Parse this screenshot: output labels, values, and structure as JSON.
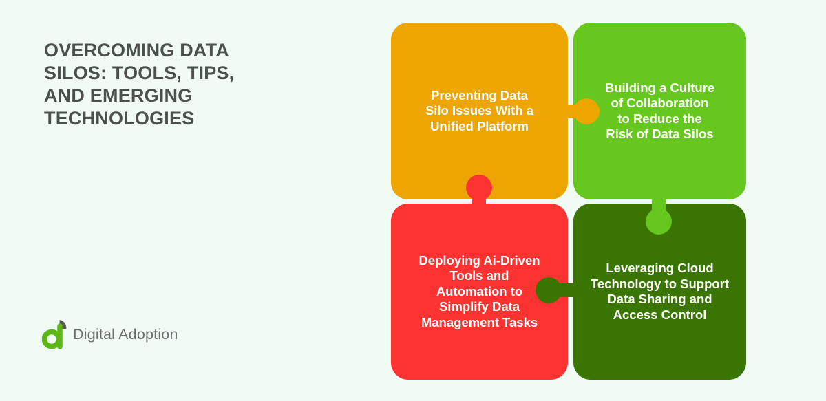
{
  "page": {
    "background_color": "#f0fbf4"
  },
  "header": {
    "title": "OVERCOMING DATA\nSILOS: TOOLS, TIPS,\nAND EMERGING\nTECHNOLOGIES",
    "title_color": "#4b504d"
  },
  "logo": {
    "name": "Digital Adoption",
    "icon": "digital-adoption-a-icon",
    "icon_green": "#5cb615",
    "icon_leaf_gray": "#58595b",
    "text_color": "#6e6e6e"
  },
  "puzzle": {
    "label_color": "#ffffff",
    "pieces": [
      {
        "position": "top-left",
        "color": "#eda502",
        "connector": "right",
        "label": "Preventing Data\nSilo Issues With a\nUnified Platform"
      },
      {
        "position": "top-right",
        "color": "#66c71e",
        "connector": "bottom",
        "label": "Building a Culture\nof Collaboration\nto Reduce the\nRisk of Data Silos"
      },
      {
        "position": "bottom-left",
        "color": "#fc3330",
        "connector": "top",
        "label": "Deploying Ai-Driven\nTools and\nAutomation to\nSimplify Data\nManagement Tasks"
      },
      {
        "position": "bottom-right",
        "color": "#3a7502",
        "connector": "left",
        "label": "Leveraging Cloud\nTechnology to Support\nData Sharing and\nAccess Control"
      }
    ]
  }
}
